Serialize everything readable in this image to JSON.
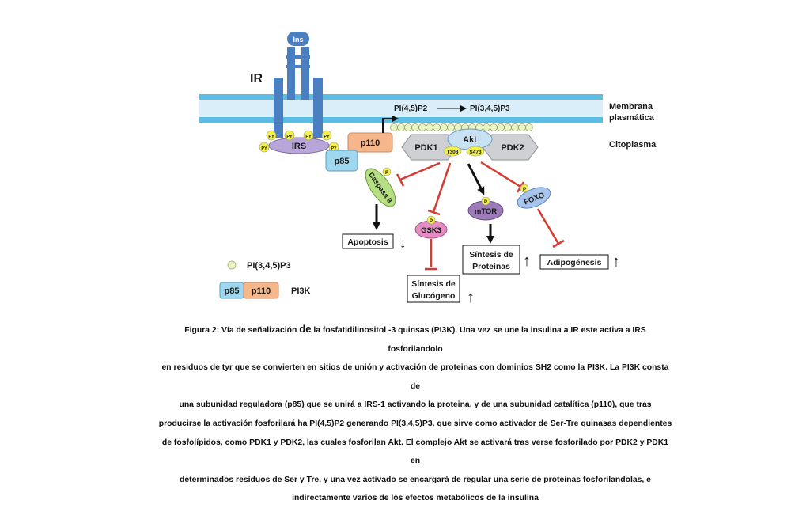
{
  "diagram": {
    "ins": "Ins",
    "ir": "IR",
    "membrane": [
      "Membrana",
      "plasmática"
    ],
    "cytoplasm": "Citoplasma",
    "reaction": {
      "substrate": "PI(4,5)P2",
      "product": "PI(3,4,5)P3"
    },
    "py": "PY",
    "p": "P",
    "irs": "IRS",
    "p110": "p110",
    "p85": "p85",
    "pdk1": "PDK1",
    "pdk2": "PDK2",
    "akt": "Akt",
    "t308": "T308",
    "s473": "S473",
    "caspasa": "Caspasa 9",
    "gsk3": "GSK3",
    "mtor": "mTOR",
    "foxo": "FOXO",
    "apoptosis": "Apoptosis",
    "sintesis_prot": [
      "Síntesis de",
      "Proteínas"
    ],
    "sintesis_gluc": [
      "Síntesis de",
      "Glucógeno"
    ],
    "adipogenesis": "Adipogénesis",
    "arrow_up": "↑",
    "arrow_down": "↓",
    "legend": {
      "pip3": "PI(3,4,5)P3",
      "pi3k": "PI3K",
      "p85": "p85",
      "p110": "p110"
    },
    "colors": {
      "membrane": "#5bbde4",
      "receptor": "#4a7fc1",
      "irs": "#b9a6d8",
      "py": "#f3f04a",
      "p110": "#f5b68c",
      "p85": "#9fd7ef",
      "kinase": "#cfd0d4",
      "akt": "#c8e1f3",
      "lipid": "#e9f3c6",
      "caspasa": "#b6df83",
      "gsk3": "#e48dc4",
      "mtor": "#9d7bb8",
      "foxo": "#a9c5ee",
      "inhibit": "#d73a30"
    }
  },
  "caption": {
    "line1_a": "Figura 2: Vía de señalización",
    "line1_de": "de",
    "line1_b": "la fosfatidilinositol -3 quinsas (PI3K). Una vez se une la insulina a IR este activa a IRS fosforilandolo",
    "line2": "en residuos de tyr que se convierten en sitios de unión y activación de proteinas con dominios SH2 como la PI3K. La PI3K consta de",
    "line3": "una subunidad reguladora (p85) que se unirá a IRS-1 activando la proteina, y de una subunidad catalítica (p110), que tras",
    "line4": "producirse la activación fosforilará ha PI(4,5)P2 generando PI(3,4,5)P3, que sirve como activador de Ser-Tre quinasas dependientes",
    "line5": "de fosfolípidos, como PDK1 y PDK2, las cuales fosforilan Akt. El complejo Akt se activará tras verse fosforilado por PDK2 y PDK1 en",
    "line6": "determinados resíduos de Ser y Tre, y una vez activado se encargará de regular una serie de proteinas fosforilandolas, e",
    "line7": "indirectamente varios de los efectos metabólicos de la insulina"
  }
}
